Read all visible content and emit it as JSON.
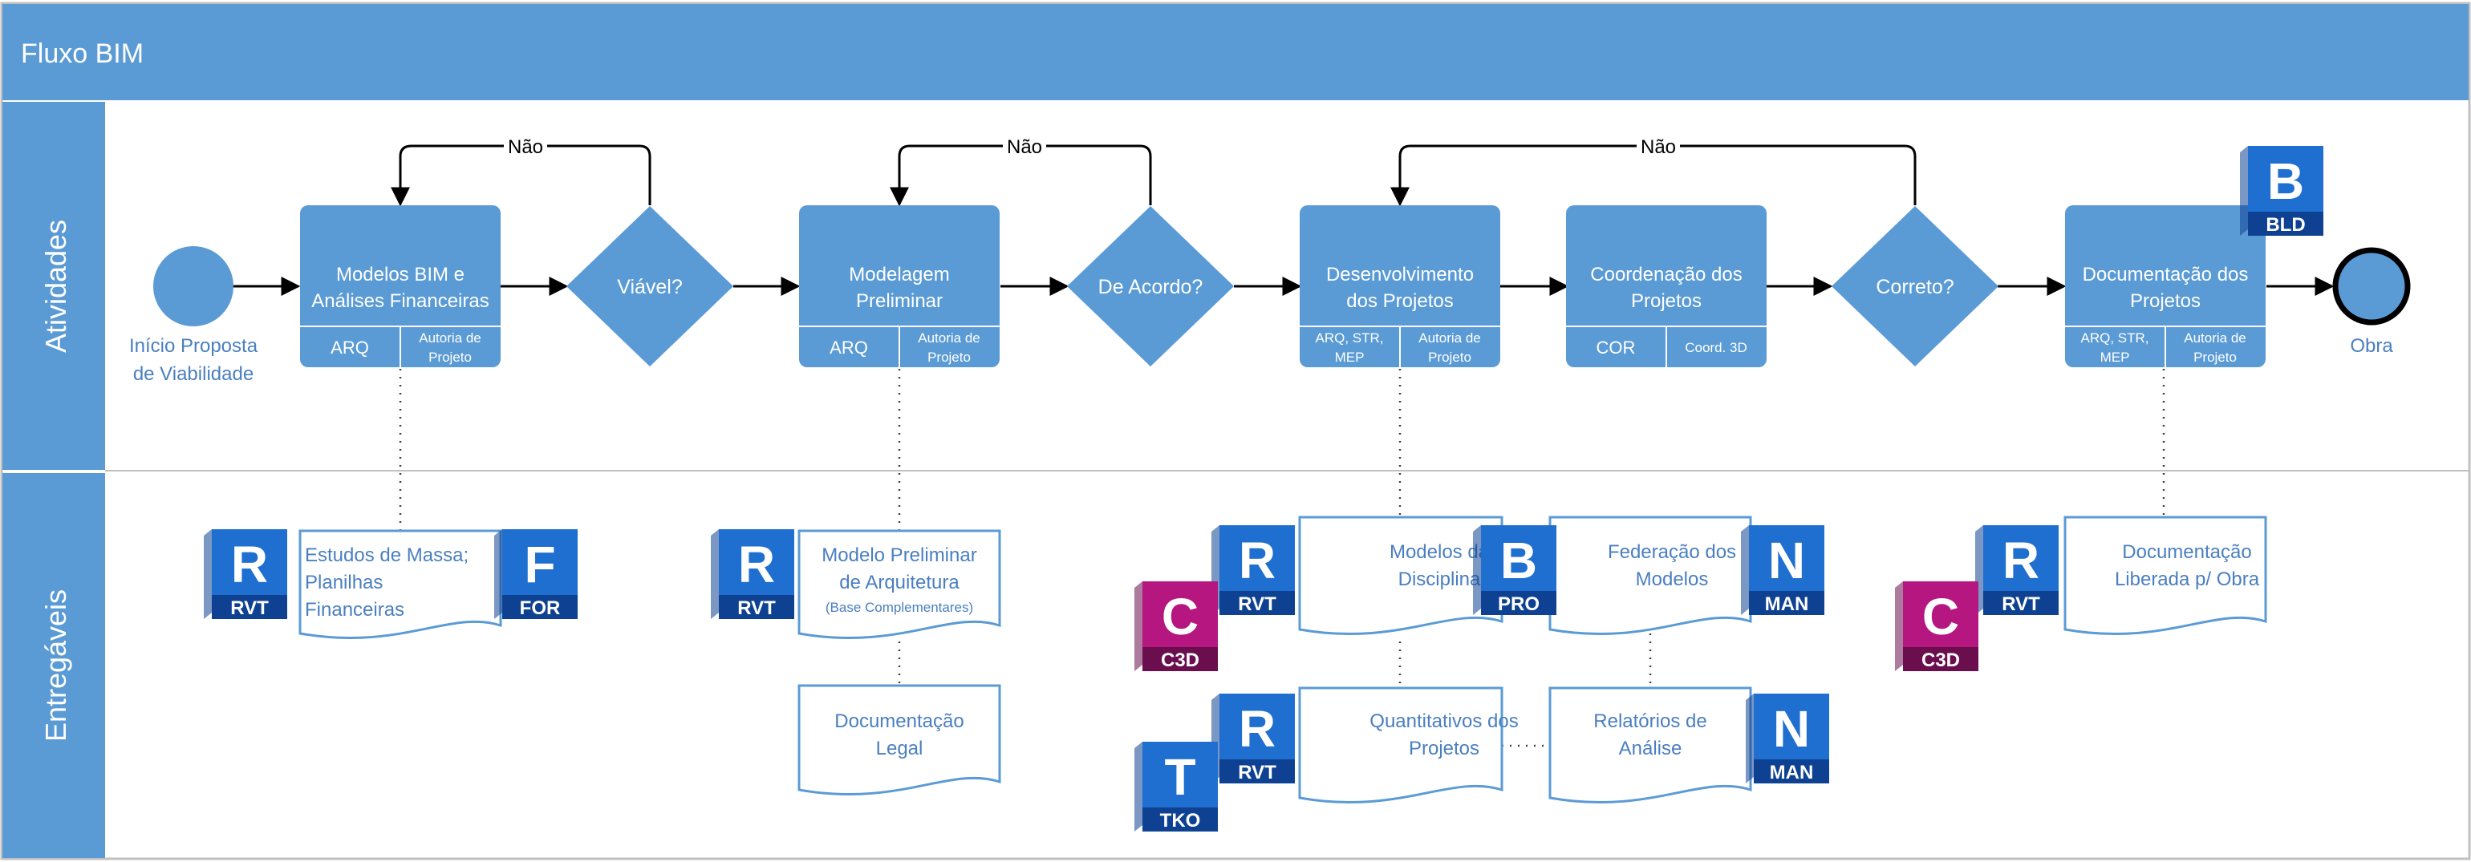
{
  "title": "Fluxo BIM",
  "lanes": {
    "activities": "Atividades",
    "deliverables": "Entregáveis"
  },
  "start_label": [
    "Início Proposta",
    "de Viabilidade"
  ],
  "end_label": "Obra",
  "no_label": "Não",
  "processes": {
    "p1": {
      "title": [
        "Modelos BIM e",
        "Análises Financeiras"
      ],
      "left": [
        "ARQ"
      ],
      "right": [
        "Autoria de",
        "Projeto"
      ]
    },
    "p2": {
      "title": [
        "Modelagem",
        "Preliminar"
      ],
      "left": [
        "ARQ"
      ],
      "right": [
        "Autoria de",
        "Projeto"
      ]
    },
    "p3": {
      "title": [
        "Desenvolvimento",
        "dos Projetos"
      ],
      "left": [
        "ARQ, STR,",
        "MEP"
      ],
      "right": [
        "Autoria de",
        "Projeto"
      ]
    },
    "p4": {
      "title": [
        "Coordenação dos",
        "Projetos"
      ],
      "left": [
        "COR"
      ],
      "right": [
        "Coord. 3D"
      ]
    },
    "p5": {
      "title": [
        "Documentação dos",
        "Projetos"
      ],
      "left": [
        "ARQ, STR,",
        "MEP"
      ],
      "right": [
        "Autoria de",
        "Projeto"
      ]
    }
  },
  "decisions": {
    "d1": "Viável?",
    "d2": "De Acordo?",
    "d3": "Correto?"
  },
  "documents": {
    "doc1": {
      "lines": [
        "Estudos de Massa;",
        "Planilhas",
        "Financeiras"
      ]
    },
    "doc2": {
      "lines": [
        "Modelo Preliminar",
        "de Arquitetura"
      ],
      "sub": "(Base Complementares)"
    },
    "doc3": {
      "lines": [
        "Documentação",
        "Legal"
      ]
    },
    "doc4": {
      "lines": [
        "Modelos das",
        "Disciplinas"
      ]
    },
    "doc5": {
      "lines": [
        "Federação dos",
        "Modelos"
      ]
    },
    "doc6": {
      "lines": [
        "Quantitativos dos",
        "Projetos"
      ]
    },
    "doc7": {
      "lines": [
        "Relatórios de",
        "Análise"
      ]
    },
    "doc8": {
      "lines": [
        "Documentação",
        "Liberada p/ Obra"
      ]
    }
  },
  "badges": [
    {
      "letter": "R",
      "code": "RVT",
      "color": "#1f6fd1",
      "dark": "#0e4191"
    },
    {
      "letter": "F",
      "code": "FOR",
      "color": "#1f6fd1",
      "dark": "#0e4191"
    },
    {
      "letter": "R",
      "code": "RVT",
      "color": "#1f6fd1",
      "dark": "#0e4191"
    },
    {
      "letter": "R",
      "code": "RVT",
      "color": "#1f6fd1",
      "dark": "#0e4191"
    },
    {
      "letter": "C",
      "code": "C3D",
      "color": "#b5167f",
      "dark": "#6a0e4d"
    },
    {
      "letter": "B",
      "code": "PRO",
      "color": "#1f6fd1",
      "dark": "#0e4191"
    },
    {
      "letter": "N",
      "code": "MAN",
      "color": "#1f6fd1",
      "dark": "#0e4191"
    },
    {
      "letter": "R",
      "code": "RVT",
      "color": "#1f6fd1",
      "dark": "#0e4191"
    },
    {
      "letter": "T",
      "code": "TKO",
      "color": "#1f6fd1",
      "dark": "#0e4191"
    },
    {
      "letter": "N",
      "code": "MAN",
      "color": "#1f6fd1",
      "dark": "#0e4191"
    },
    {
      "letter": "R",
      "code": "RVT",
      "color": "#1f6fd1",
      "dark": "#0e4191"
    },
    {
      "letter": "C",
      "code": "C3D",
      "color": "#b5167f",
      "dark": "#6a0e4d"
    },
    {
      "letter": "B",
      "code": "BLD",
      "color": "#1f6fd1",
      "dark": "#0e4191"
    }
  ],
  "colors": {
    "header": "#5b9bd5",
    "shape": "#5b9bd5",
    "text_light": "#ffffff",
    "doc_text": "#4a7fc0",
    "line": "#000000",
    "border": "#c0c0c0"
  }
}
